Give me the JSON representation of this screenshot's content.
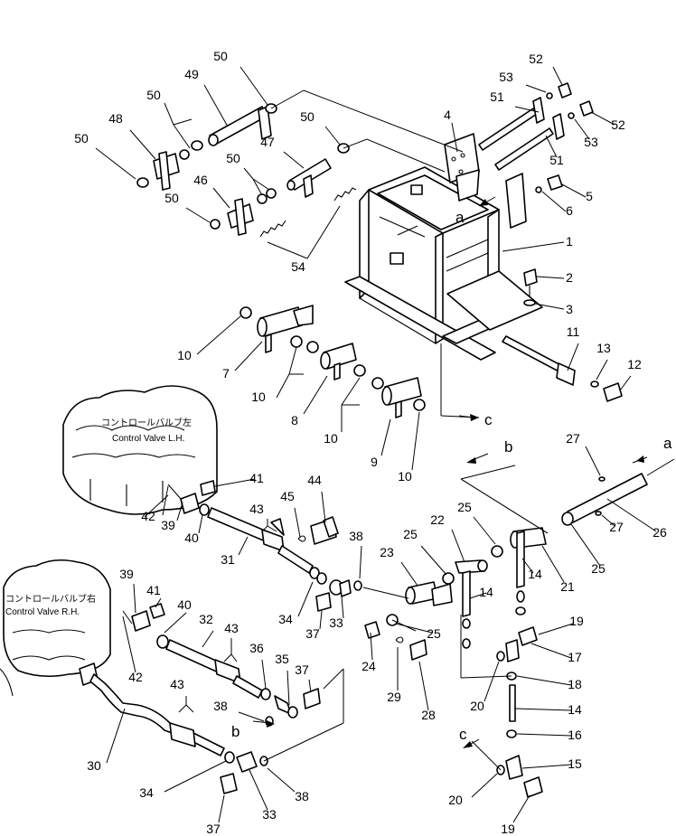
{
  "part_numbers": [
    "1",
    "2",
    "3",
    "4",
    "5",
    "6",
    "7",
    "8",
    "9",
    "10",
    "11",
    "12",
    "13",
    "14",
    "15",
    "16",
    "17",
    "18",
    "19",
    "20",
    "21",
    "22",
    "23",
    "24",
    "25",
    "26",
    "27",
    "28",
    "29",
    "30",
    "31",
    "32",
    "33",
    "34",
    "35",
    "36",
    "37",
    "38",
    "39",
    "40",
    "41",
    "42",
    "43",
    "44",
    "45",
    "46",
    "47",
    "48",
    "49",
    "50",
    "51",
    "52",
    "53",
    "54"
  ],
  "valve_labels": {
    "lh_jp": "コントロールバルブ左",
    "lh_en": "Control Valve L.H.",
    "rh_jp": "コントロールバルブ右",
    "rh_en": "Control Valve R.H."
  },
  "connection_letters": {
    "a": "a",
    "b": "b",
    "c": "c"
  }
}
